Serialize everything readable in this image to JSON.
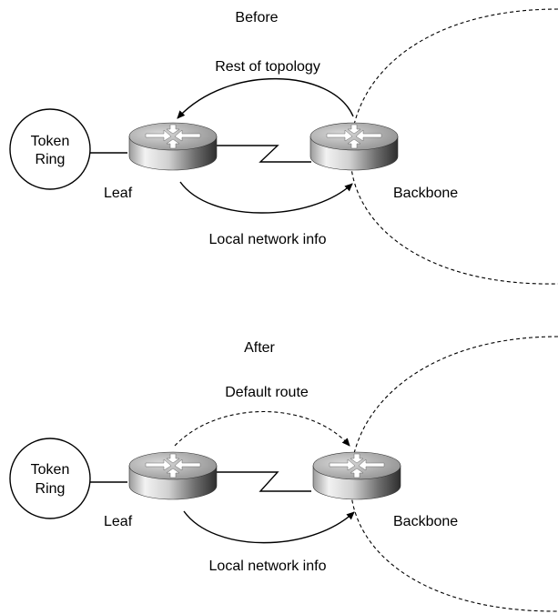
{
  "before": {
    "title": "Before",
    "upper_arrow_label": "Rest of topology",
    "lower_arrow_label": "Local network info",
    "token_ring_line1": "Token",
    "token_ring_line2": "Ring",
    "leaf_label": "Leaf",
    "backbone_label": "Backbone"
  },
  "after": {
    "title": "After",
    "upper_arrow_label": "Default route",
    "lower_arrow_label": "Local network info",
    "token_ring_line1": "Token",
    "token_ring_line2": "Ring",
    "leaf_label": "Leaf",
    "backbone_label": "Backbone"
  }
}
